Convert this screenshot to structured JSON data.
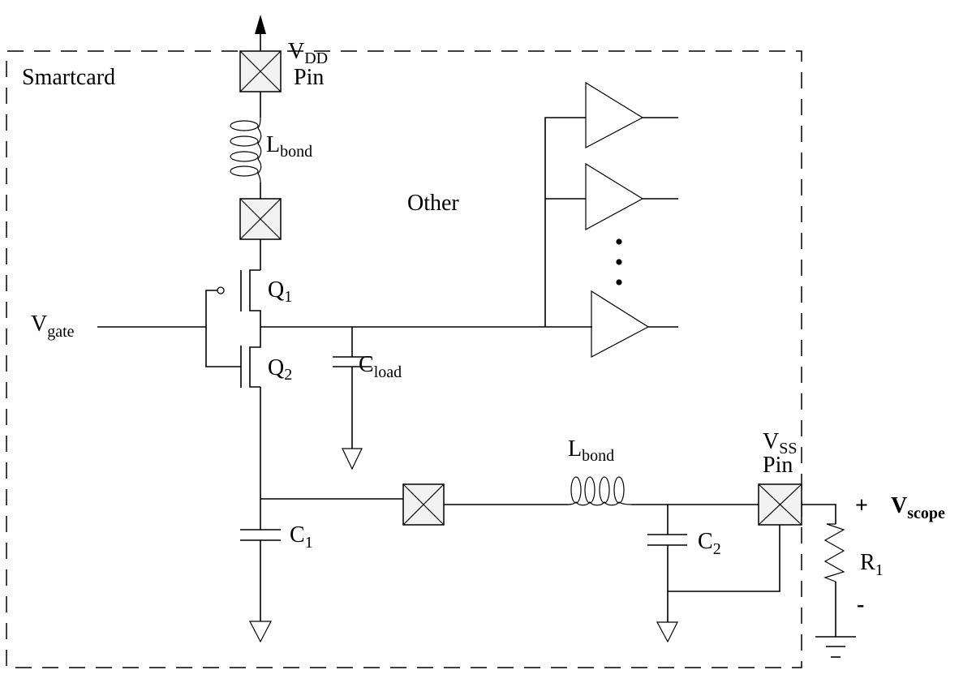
{
  "diagram": {
    "title": "Smartcard",
    "labels": {
      "smartcard": "Smartcard",
      "vdd_main": "V",
      "vdd_sub": "DD",
      "vdd_pin": "Pin",
      "lbond_top_main": "L",
      "lbond_top_sub": "bond",
      "other": "Other",
      "q1_main": "Q",
      "q1_sub": "1",
      "q2_main": "Q",
      "q2_sub": "2",
      "vgate_main": "V",
      "vgate_sub": "gate",
      "cload_main": "C",
      "cload_sub": "load",
      "c1_main": "C",
      "c1_sub": "1",
      "lbond_bottom_main": "L",
      "lbond_bottom_sub": "bond",
      "vss_main": "V",
      "vss_sub": "SS",
      "vss_pin": "Pin",
      "c2_main": "C",
      "c2_sub": "2",
      "r1_main": "R",
      "r1_sub": "1",
      "plus": "+",
      "minus": "-",
      "vscope_main": "V",
      "vscope_sub": "scope"
    },
    "components": [
      {
        "id": "vdd-pin",
        "type": "pad"
      },
      {
        "id": "lbond-vdd",
        "type": "inductor"
      },
      {
        "id": "internal-pad-top",
        "type": "pad"
      },
      {
        "id": "Q1",
        "type": "pmos"
      },
      {
        "id": "Q2",
        "type": "nmos"
      },
      {
        "id": "Cload",
        "type": "capacitor"
      },
      {
        "id": "buffers",
        "type": "buffer-array",
        "count_shown": 3,
        "ellipsis": true
      },
      {
        "id": "C1",
        "type": "capacitor"
      },
      {
        "id": "internal-pad-bottom",
        "type": "pad"
      },
      {
        "id": "lbond-vss",
        "type": "inductor"
      },
      {
        "id": "C2",
        "type": "capacitor"
      },
      {
        "id": "vss-pin",
        "type": "pad"
      },
      {
        "id": "R1",
        "type": "resistor"
      }
    ]
  }
}
